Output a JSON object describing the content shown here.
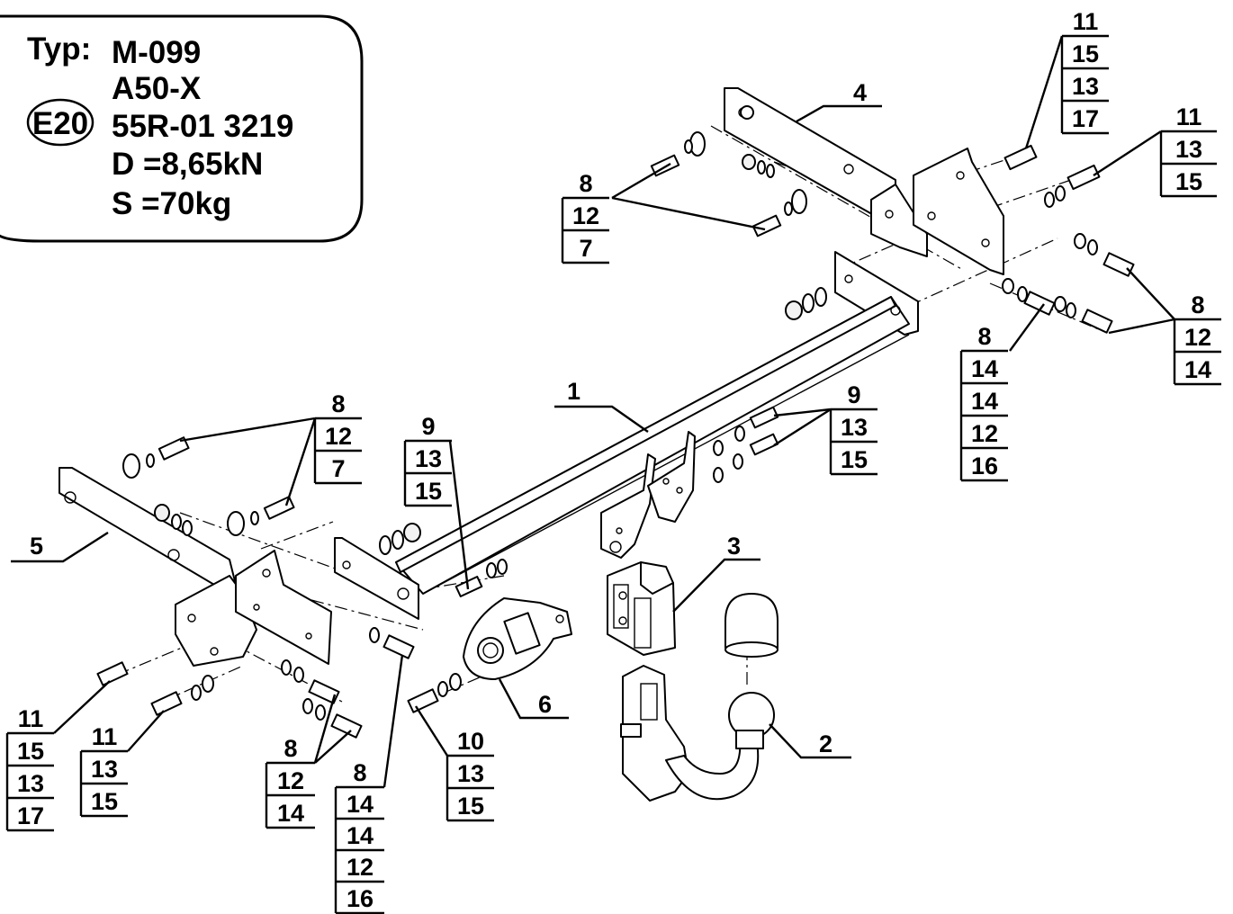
{
  "type_plate": {
    "typ_label": "Typ:",
    "typ_value": "M-099",
    "model": "A50-X",
    "approval_mark": "E20",
    "approval_number": "55R-01 3219",
    "d_value": "D =8,65kN",
    "s_value": "S =70kg"
  },
  "callouts": {
    "part_1": "1",
    "part_2": "2",
    "part_3": "3",
    "part_4": "4",
    "part_5": "5",
    "part_6": "6"
  },
  "stacks": {
    "top_right_a": [
      "11",
      "15",
      "13",
      "17"
    ],
    "top_right_b": [
      "11",
      "13",
      "15"
    ],
    "upper_left_bolts": [
      "8",
      "12",
      "7"
    ],
    "right_bolts": [
      "8",
      "12",
      "14"
    ],
    "right_center": [
      "8",
      "14",
      "14",
      "12",
      "16"
    ],
    "middle_right": [
      "9",
      "13",
      "15"
    ],
    "left_upper": [
      "8",
      "12",
      "7"
    ],
    "center_left": [
      "9",
      "13",
      "15"
    ],
    "bottom_left_a": [
      "11",
      "15",
      "13",
      "17"
    ],
    "bottom_left_b": [
      "11",
      "13",
      "15"
    ],
    "bottom_mid_a": [
      "8",
      "12",
      "14"
    ],
    "bottom_mid_b": [
      "8",
      "14",
      "14",
      "12",
      "16"
    ],
    "bottom_center": [
      "10",
      "13",
      "15"
    ]
  }
}
